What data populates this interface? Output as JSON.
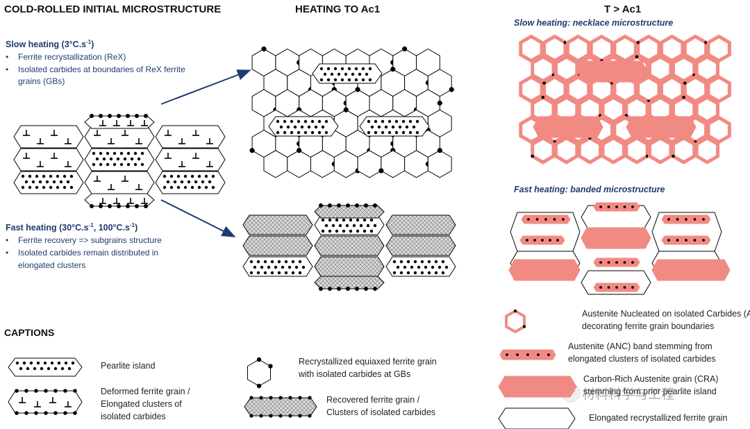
{
  "headers": {
    "left": "COLD-ROLLED INITIAL MICROSTRUCTURE",
    "middle": "HEATING TO Ac1",
    "right": "T > Ac1"
  },
  "slow_heating": {
    "title": "Slow heating (3°C.s",
    "title_sup": "-1",
    "title_end": ")",
    "bullets": [
      "Ferrite recrystallization (ReX)",
      "Isolated carbides at boundaries of ReX ferrite",
      "grains (GBs)"
    ]
  },
  "fast_heating": {
    "title": "Fast heating (30°C.s",
    "title_sup1": "-1",
    "title_mid": ", 100°C.s",
    "title_sup2": "-1",
    "title_end": ")",
    "bullets": [
      "Ferrite recovery => subgrains structure",
      "Isolated carbides remain distributed in",
      "elongated clusters"
    ]
  },
  "right_slow_title": "Slow heating: necklace microstructure",
  "right_fast_title": "Fast heating: banded microstructure",
  "captions_title": "CAPTIONS",
  "captions": {
    "pearlite": "Pearlite island",
    "deformed_1": "Deformed ferrite grain /",
    "deformed_2": "Elongated clusters of",
    "deformed_3": "isolated carbides",
    "rex_1": "Recrystallized equiaxed ferrite grain",
    "rex_2": "with isolated carbides at GBs",
    "recovered_1": "Recovered ferrite grain /",
    "recovered_2": "Clusters of isolated carbides",
    "anc_1": "Austenite Nucleated on isolated Carbides (ANC),",
    "anc_2": "decorating ferrite grain boundaries",
    "band_1": "Austenite (ANC) band stemming from",
    "band_2": "elongated clusters of isolated carbides",
    "cra_1": "Carbon-Rich Austenite grain (CRA)",
    "cra_2": "stemming from prior pearlite island",
    "elong": "Elongated recrystallized ferrite grain"
  },
  "watermark": "材料科学与工程",
  "colors": {
    "austenite": "#f28a84",
    "text_blue": "#1f3a6e"
  }
}
